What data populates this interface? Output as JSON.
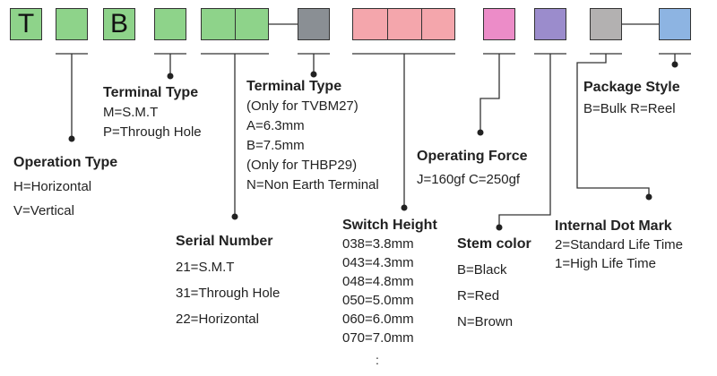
{
  "boxes": [
    {
      "letter": "T",
      "color": "#8ed38a"
    },
    {
      "letter": "",
      "color": "#8ed38a"
    },
    {
      "letter": "B",
      "color": "#8ed38a"
    },
    {
      "letter": "",
      "color": "#8ed38a"
    },
    {
      "letter": "",
      "color": "#8ed38a"
    },
    {
      "letter": "",
      "color": "#8ed38a"
    },
    {
      "letter": "",
      "color": "#8a8f94"
    },
    {
      "letter": "",
      "color": "#f4a6ac"
    },
    {
      "letter": "",
      "color": "#f4a6ac"
    },
    {
      "letter": "",
      "color": "#f4a6ac"
    },
    {
      "letter": "",
      "color": "#ec8cc8"
    },
    {
      "letter": "",
      "color": "#9b8ccc"
    },
    {
      "letter": "",
      "color": "#b3b1b1"
    },
    {
      "letter": "",
      "color": "#8db4e2"
    }
  ],
  "blocks": {
    "operation_type": {
      "title": "Operation Type",
      "options": [
        "H=Horizontal",
        "V=Vertical"
      ]
    },
    "terminal_type_1": {
      "title": "Terminal Type",
      "options": [
        "M=S.M.T",
        "P=Through Hole"
      ]
    },
    "terminal_type_2": {
      "title": "Terminal Type",
      "options": [
        "(Only for TVBM27)",
        "A=6.3mm",
        "B=7.5mm",
        "(Only for THBP29)",
        "N=Non Earth Terminal"
      ]
    },
    "serial_number": {
      "title": "Serial Number",
      "options": [
        "21=S.M.T",
        "31=Through Hole",
        "22=Horizontal"
      ]
    },
    "switch_height": {
      "title": "Switch Height",
      "options": [
        "038=3.8mm",
        "043=4.3mm",
        "048=4.8mm",
        "050=5.0mm",
        "060=6.0mm",
        "070=7.0mm"
      ]
    },
    "operating_force": {
      "title": "Operating Force",
      "options": [
        "J=160gf C=250gf"
      ]
    },
    "stem_color": {
      "title": "Stem color",
      "options": [
        "B=Black",
        "R=Red",
        "N=Brown"
      ]
    },
    "package_style": {
      "title": "Package Style",
      "options": [
        "B=Bulk R=Reel"
      ]
    },
    "internal_dot_mark": {
      "title": "Internal Dot Mark",
      "options": [
        "2=Standard Life Time",
        "1=High Life Time"
      ]
    }
  },
  "ellipsis": ":",
  "colors": {
    "line": "#333333",
    "dot": "#222222"
  }
}
